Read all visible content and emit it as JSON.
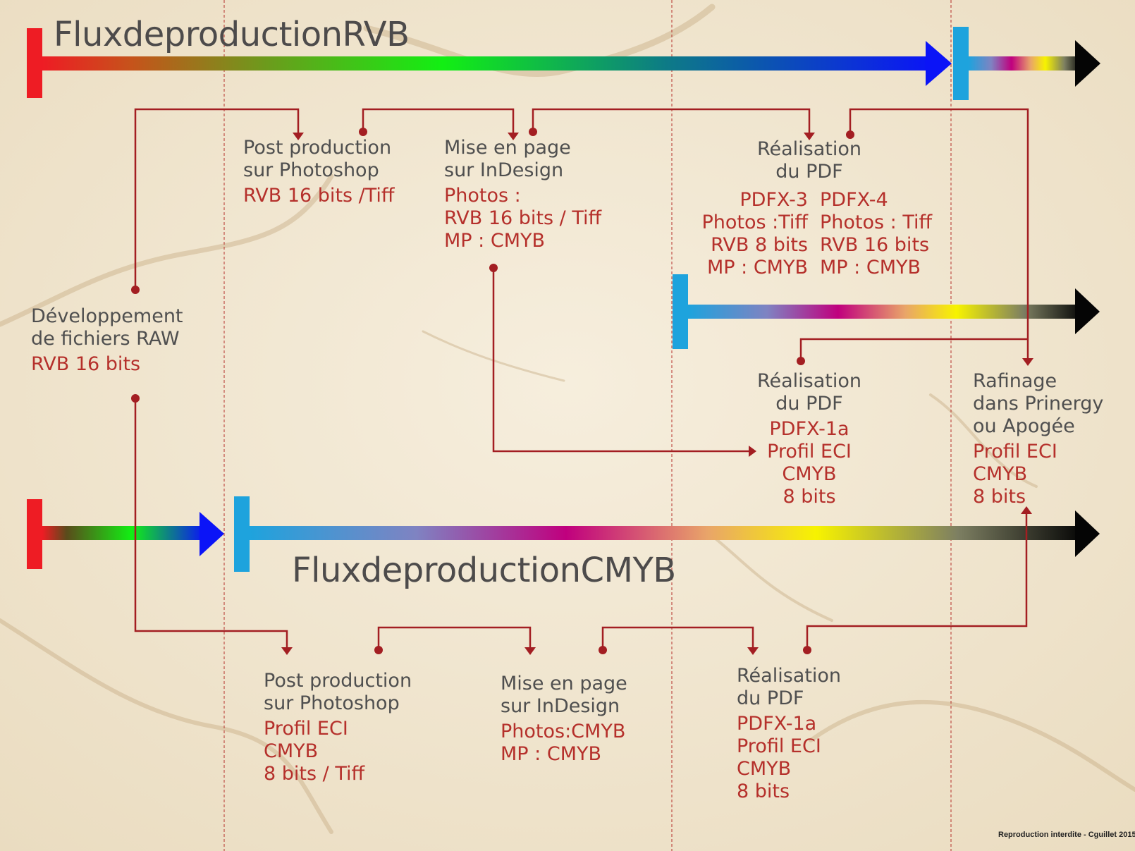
{
  "titles": {
    "rvb": "FluxdeproductionRVB",
    "cmyb": "FluxdeproductionCMYB"
  },
  "top_row": {
    "post_production": {
      "title": [
        "Post production",
        "sur Photoshop"
      ],
      "details": [
        "RVB 16 bits /Tiff"
      ]
    },
    "mise_en_page": {
      "title": [
        "Mise en page",
        "sur InDesign"
      ],
      "details": [
        "Photos :",
        "RVB 16 bits / Tiff",
        "MP : CMYB"
      ]
    },
    "realisation_pdf": {
      "title": [
        "Réalisation",
        "du PDF"
      ],
      "pdfx3": [
        "PDFX-3",
        "Photos :Tiff",
        "RVB 8 bits",
        "MP : CMYB"
      ],
      "pdfx4": [
        "PDFX-4",
        "Photos : Tiff",
        "RVB 16 bits",
        "MP : CMYB"
      ]
    }
  },
  "raw_development": {
    "title": [
      "Développement",
      "de fichiers RAW"
    ],
    "details": [
      "RVB 16 bits"
    ]
  },
  "middle_row": {
    "realisation_pdf": {
      "title": [
        "Réalisation",
        "du PDF"
      ],
      "details": [
        "PDFX-1a",
        "Profil ECI",
        "CMYB",
        "8 bits"
      ]
    },
    "rafinage": {
      "title": [
        "Rafinage",
        "dans Prinergy",
        "ou Apogée"
      ],
      "details": [
        "Profil ECI",
        "CMYB",
        "8 bits"
      ]
    }
  },
  "bottom_row": {
    "post_production": {
      "title": [
        "Post production",
        "sur Photoshop"
      ],
      "details": [
        "Profil ECI",
        "CMYB",
        "8 bits / Tiff"
      ]
    },
    "mise_en_page": {
      "title": [
        "Mise en page",
        "sur InDesign"
      ],
      "details": [
        "Photos:CMYB",
        "MP : CMYB"
      ]
    },
    "realisation_pdf": {
      "title": [
        "Réalisation",
        "du PDF"
      ],
      "details": [
        "PDFX-1a",
        "Profil ECI",
        "CMYB",
        "8 bits"
      ]
    }
  },
  "copyright": "Reproduction interdite - Cguillet 2015",
  "colors": {
    "connector": "#a31e22",
    "text_title": "#4f4f4f",
    "text_detail": "#b5302b",
    "rgb_start": "#ee1c24",
    "cmyk_start": "#1ea3dd"
  }
}
